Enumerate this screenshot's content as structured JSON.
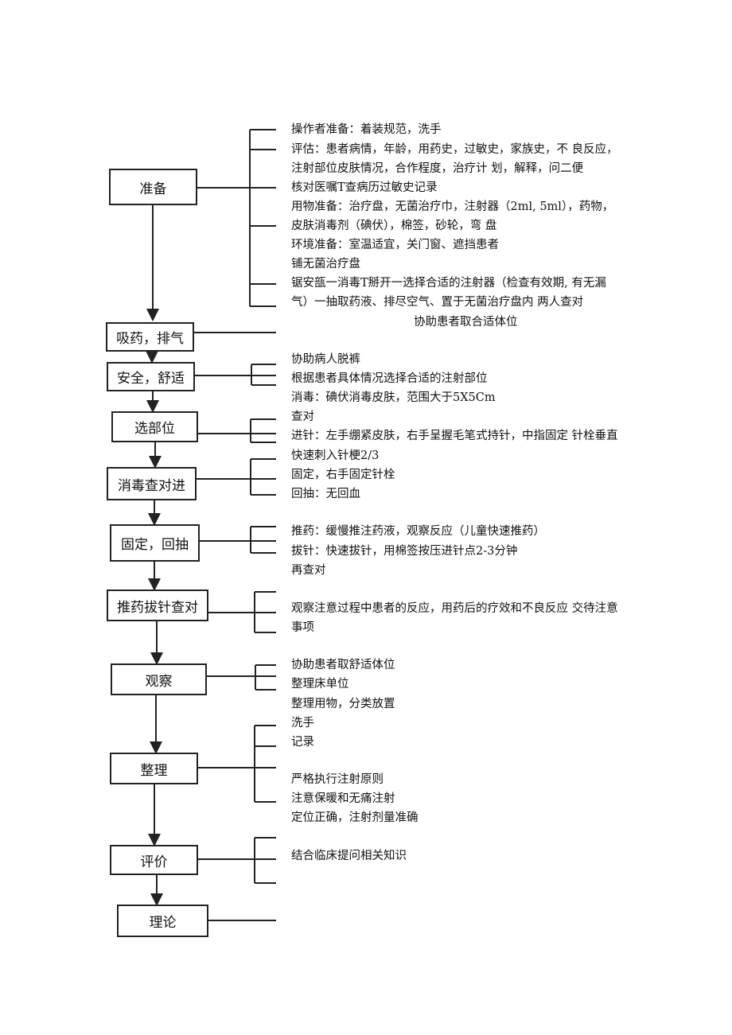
{
  "flowchart": {
    "steps": [
      "准备",
      "吸药，排气",
      "安全，舒适",
      "选部位",
      "消毒查对进",
      "固定，回抽",
      "推药拔针查对",
      "观察",
      "整理",
      "评价",
      "理论"
    ],
    "notes": [
      "操作者准备：着装规范，洗手",
      "评估：患者病情，年龄，用药史，过敏史，家族史，不 良反应，",
      "注射部位皮肤情况，合作程度，治疗计 划，解释，问二便",
      "核对医嘱T查病历过敏史记录",
      "用物准备：治疗盘，无菌治疗巾，注射器（2ml, 5ml），药物，",
      "皮肤消毒剂（碘伏），棉签，砂轮，弯 盘",
      "环境准备：室温适宜，关门窗、遮挡患者",
      "铺无菌治疗盘",
      "锯安瓿一消毒T掰开一选择合适的注射器（检查有效期, 有无漏",
      "气）一抽取药液、排尽空气、置于无菌治疗盘内 两人查对",
      "协助患者取合适体位",
      "协助病人脱裤",
      "根据患者具体情况选择合适的注射部位",
      "消毒：碘伏消毒皮肤，范围大于5X5Cm",
      "查对",
      "进针：左手绷紧皮肤，右手呈握毛笔式持针，中指固定 针栓垂直",
      "快速刺入针梗2/3",
      "固定，右手固定针栓",
      "回抽：无回血",
      "推药：缓慢推注药液，观察反应（儿童快速推药）",
      "拔针：快速拔针，用棉签按压进针点2-3分钟",
      "再查对",
      "观察注意过程中患者的反应，用药后的疗效和不良反应 交待注意",
      "事项",
      "协助患者取舒适体位",
      "整理床单位",
      "整理用物，分类放置",
      "洗手",
      "记录",
      "严格执行注射原则",
      "注意保暖和无痛注射",
      "定位正确，注射剂量准确",
      "结合临床提问相关知识"
    ]
  }
}
